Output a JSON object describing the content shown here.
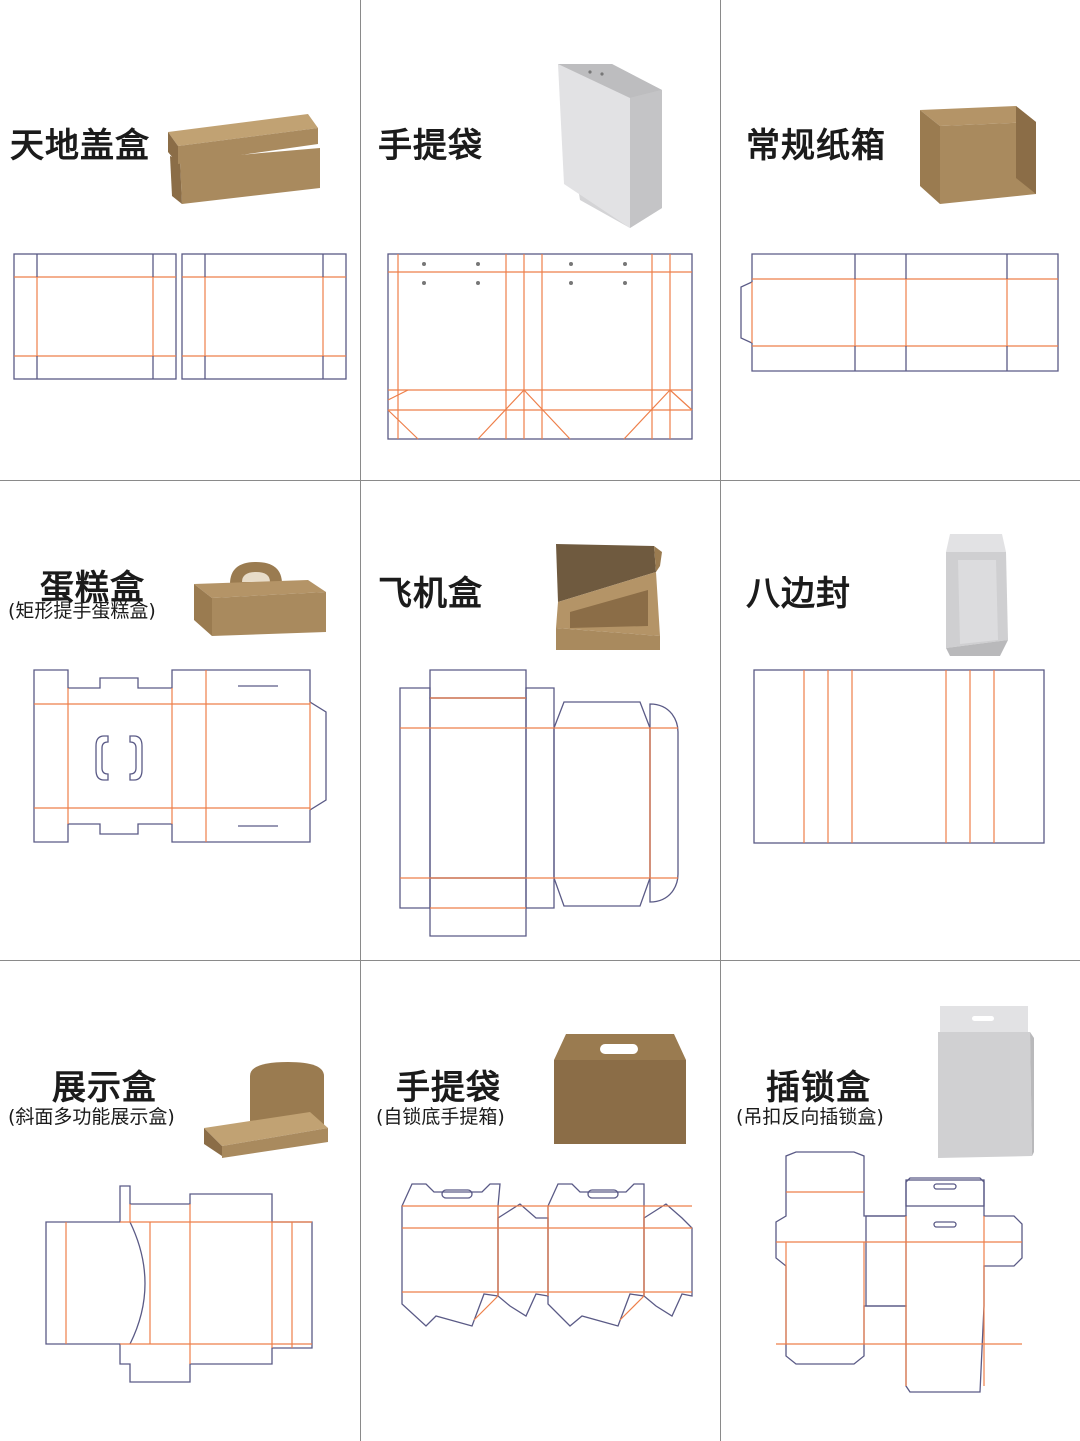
{
  "colors": {
    "background": "#ffffff",
    "cut_line": "#5a5a86",
    "fold_line": "#ee7f4a",
    "kraft": "#a98a5e",
    "kraft_dark": "#8b6d47",
    "white_material": "#d9d9db"
  },
  "cells": [
    {
      "title": "天地盖盒",
      "subtitle": ""
    },
    {
      "title": "手提袋",
      "subtitle": ""
    },
    {
      "title": "常规纸箱",
      "subtitle": ""
    },
    {
      "title": "蛋糕盒",
      "subtitle": "(矩形提手蛋糕盒)"
    },
    {
      "title": "飞机盒",
      "subtitle": ""
    },
    {
      "title": "八边封",
      "subtitle": ""
    },
    {
      "title": "展示盒",
      "subtitle": "(斜面多功能展示盒)"
    },
    {
      "title": "手提袋",
      "subtitle": "(自锁底手提箱)"
    },
    {
      "title": "插锁盒",
      "subtitle": "(吊扣反向插锁盒)"
    }
  ]
}
